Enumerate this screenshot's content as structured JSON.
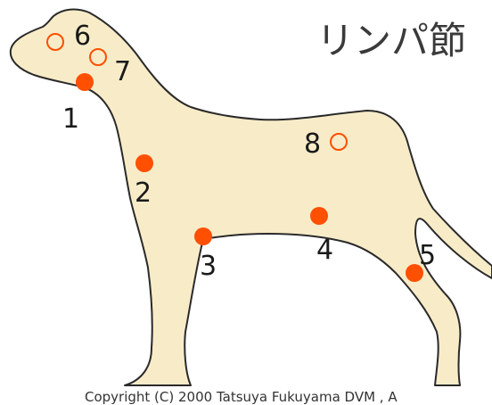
{
  "title": "リンパ節",
  "copyright": "Copyright (C) 2000 Tatsuya Fukuyama DVM , A",
  "colors": {
    "body_fill": "#f8ecc8",
    "outline": "#2a2a2a",
    "node_filled": "#ff4f00",
    "node_open_stroke": "#ff4f00"
  },
  "lymph_nodes": [
    {
      "number": "1",
      "style": "filled"
    },
    {
      "number": "2",
      "style": "filled"
    },
    {
      "number": "3",
      "style": "filled"
    },
    {
      "number": "4",
      "style": "filled"
    },
    {
      "number": "5",
      "style": "filled"
    },
    {
      "number": "6",
      "style": "open"
    },
    {
      "number": "7",
      "style": "open"
    },
    {
      "number": "8",
      "style": "open"
    }
  ]
}
